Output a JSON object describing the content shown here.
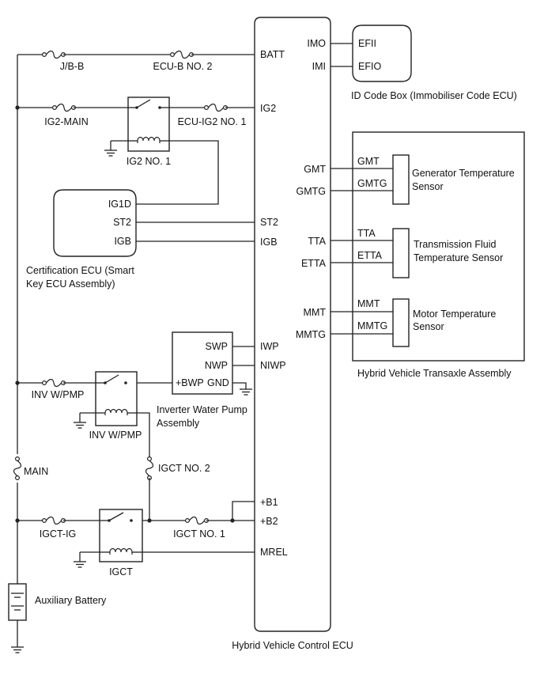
{
  "components": {
    "main_ecu": "Hybrid Vehicle Control ECU",
    "id_code_box": "ID Code Box (Immobiliser Code ECU)",
    "certification_ecu_line1": "Certification ECU (Smart",
    "certification_ecu_line2": "Key ECU Assembly)",
    "transaxle_assembly": "Hybrid Vehicle Transaxle Assembly",
    "inverter_pump_line1": "Inverter Water Pump",
    "inverter_pump_line2": "Assembly",
    "auxiliary_battery": "Auxiliary Battery",
    "generator_sensor_line1": "Generator Temperature",
    "generator_sensor_line2": "Sensor",
    "transmission_sensor_line1": "Transmission Fluid",
    "transmission_sensor_line2": "Temperature Sensor",
    "motor_sensor_line1": "Motor Temperature",
    "motor_sensor_line2": "Sensor"
  },
  "fuses": {
    "jb_b": "J/B-B",
    "ecu_b_no2": "ECU-B NO. 2",
    "ig2_main": "IG2-MAIN",
    "ecu_ig2_no1": "ECU-IG2 NO. 1",
    "inv_wpmp": "INV W/PMP",
    "main": "MAIN",
    "igct_no2": "IGCT NO. 2",
    "igct_ig": "IGCT-IG",
    "igct_no1": "IGCT NO. 1"
  },
  "relays": {
    "ig2_no1": "IG2 NO. 1",
    "inv_wpmp": "INV W/PMP",
    "igct": "IGCT"
  },
  "ecu_pins": {
    "batt": "BATT",
    "ig2": "IG2",
    "st2": "ST2",
    "igb": "IGB",
    "iwp": "IWP",
    "niwp": "NIWP",
    "b1": "+B1",
    "b2": "+B2",
    "mrel": "MREL",
    "imo": "IMO",
    "imi": "IMI",
    "gmt": "GMT",
    "gmtg": "GMTG",
    "tta": "TTA",
    "etta": "ETTA",
    "mmt": "MMT",
    "mmtg": "MMTG"
  },
  "id_box_pins": {
    "efii": "EFII",
    "efio": "EFIO"
  },
  "cert_pins": {
    "ig1d": "IG1D",
    "st2": "ST2",
    "igb": "IGB"
  },
  "pump_pins": {
    "swp": "SWP",
    "nwp": "NWP",
    "bwp": "+BWP",
    "gnd": "GND"
  },
  "sensor_pins": {
    "gmt": "GMT",
    "gmtg": "GMTG",
    "tta": "TTA",
    "etta": "ETTA",
    "mmt": "MMT",
    "mmtg": "MMTG"
  }
}
